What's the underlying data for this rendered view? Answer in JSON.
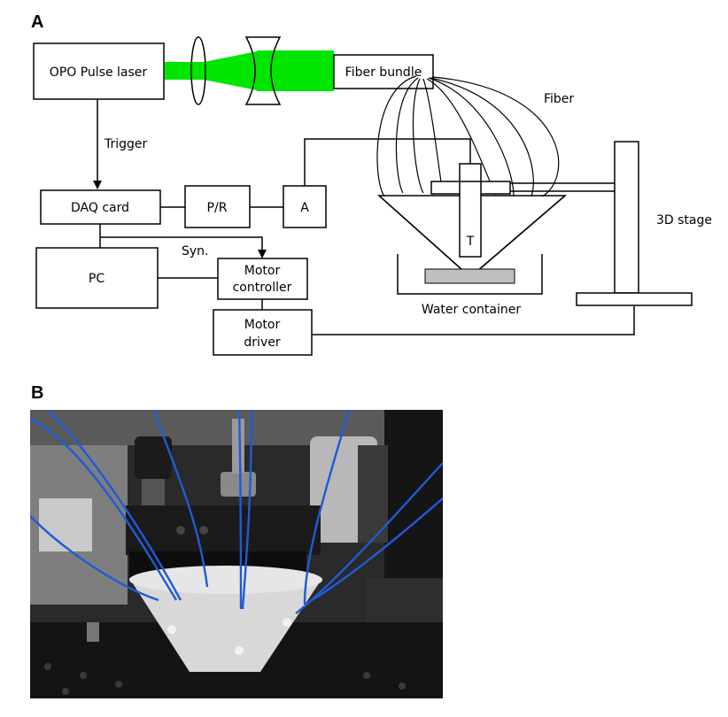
{
  "panel_a": {
    "label": "A"
  },
  "panel_b": {
    "label": "B"
  },
  "diagram": {
    "boxes": {
      "laser": "OPO Pulse laser",
      "fiber_bundle": "Fiber bundle",
      "daq": "DAQ card",
      "pr": "P/R",
      "amp": "A",
      "pc": "PC",
      "motor_controller": [
        "Motor",
        "controller"
      ],
      "motor_driver": [
        "Motor",
        "driver"
      ]
    },
    "labels": {
      "trigger": "Trigger",
      "syn": "Syn.",
      "fiber": "Fiber",
      "stage": "3D stage",
      "transducer": "T",
      "water": "Water container"
    },
    "colors": {
      "laser_beam": "#00e600",
      "line": "#000000"
    }
  },
  "photo": {
    "description_icon": "photo-of-probe-holder",
    "colors": {
      "fiber": "#1f5bd6",
      "background": "#222222",
      "cone": "#d8d8d8"
    }
  }
}
